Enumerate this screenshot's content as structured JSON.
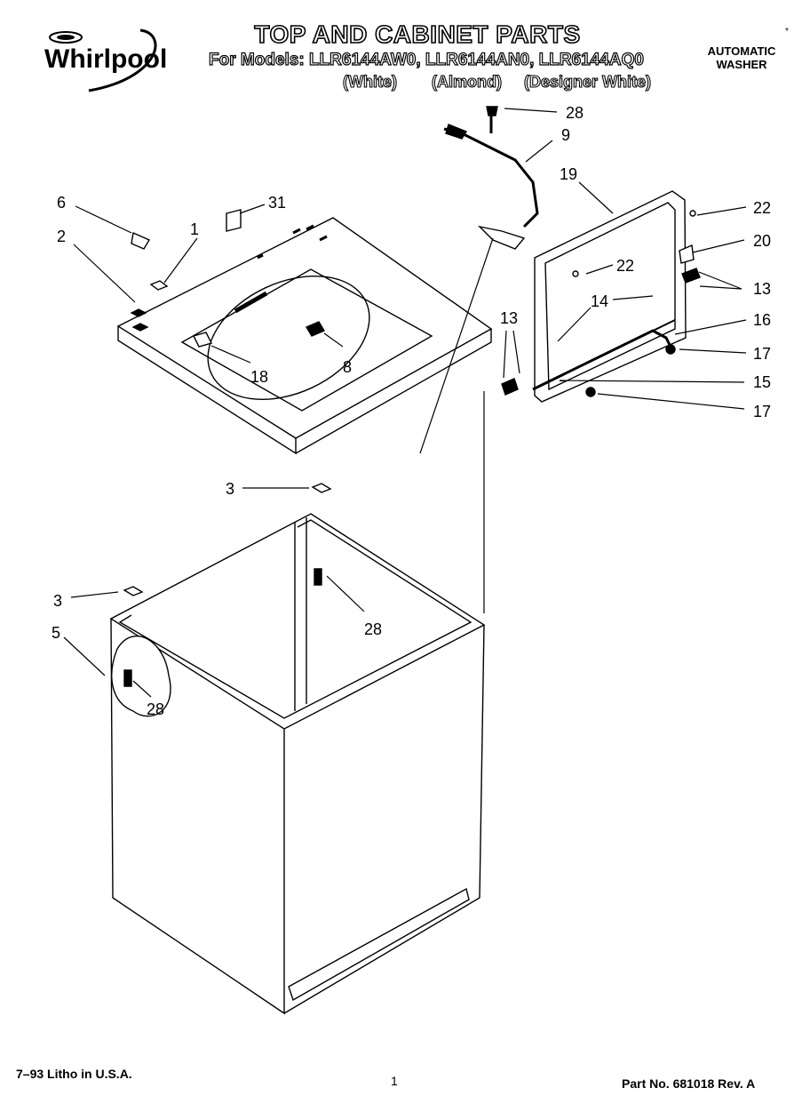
{
  "header": {
    "brand": "Whirlpool",
    "title": "TOP AND CABINET PARTS",
    "models_line": "For Models: LLR6144AW0, LLR6144AN0, LLR6144AQ0",
    "variants": [
      "(White)",
      "(Almond)",
      "(Designer White)"
    ],
    "appliance_line1": "AUTOMATIC",
    "appliance_line2": "WASHER",
    "corner_mark": "*"
  },
  "callouts": {
    "c28a": "28",
    "c9": "9",
    "c19": "19",
    "c22a": "22",
    "c20": "20",
    "c22b": "22",
    "c13a": "13",
    "c14": "14",
    "c16": "16",
    "c13b": "13",
    "c17a": "17",
    "c15": "15",
    "c17b": "17",
    "c6": "6",
    "c31": "31",
    "c2": "2",
    "c1": "1",
    "c18": "18",
    "c8": "8",
    "c3a": "3",
    "c28b": "28",
    "c3b": "3",
    "c5": "5",
    "c28c": "28"
  },
  "footer": {
    "litho": "7–93 Litho in U.S.A.",
    "page": "1",
    "part_no": "Part No. 681018 Rev. A"
  }
}
